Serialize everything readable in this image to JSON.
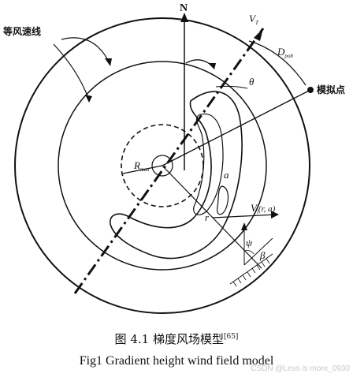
{
  "labels": {
    "isotach": "等风速线",
    "north": "N",
    "vt_main": "V",
    "vt_sub": "T",
    "dist_main": "D",
    "dist_sub": "pob",
    "sim_point": "模拟点",
    "theta": "θ",
    "rmax_main": "R",
    "rmax_sub": "max",
    "a": "a",
    "r": "r",
    "vg": "V",
    "vg_sub": "i",
    "vg_args": "(r, a)",
    "psi": "ψ",
    "beta": "β"
  },
  "caption": {
    "cn": "图 4.1 梯度风场模型",
    "ref": "[65]",
    "en": "Fig1 Gradient height wind field model"
  },
  "watermark": "CSDN @Less is more_0930"
}
